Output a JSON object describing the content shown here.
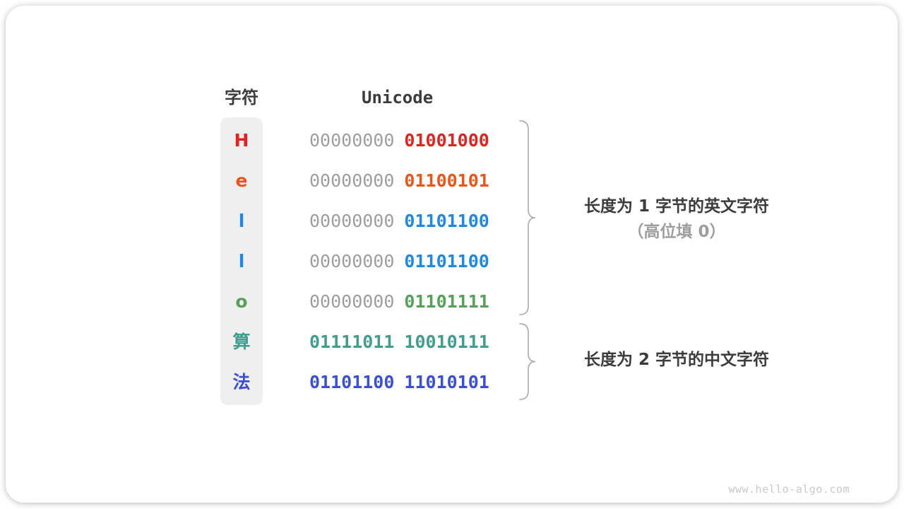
{
  "header": {
    "char_col": "字符",
    "unicode_col": "Unicode"
  },
  "table": {
    "rows": [
      {
        "char": "H",
        "color": "#e2231d",
        "byte1": "00000000",
        "byte1_color": "#9e9e9e",
        "byte2": "01001000",
        "byte2_color": "#e2231d"
      },
      {
        "char": "e",
        "color": "#ee5418",
        "byte1": "00000000",
        "byte1_color": "#9e9e9e",
        "byte2": "01100101",
        "byte2_color": "#ee5418"
      },
      {
        "char": "l",
        "color": "#1e88e5",
        "byte1": "00000000",
        "byte1_color": "#9e9e9e",
        "byte2": "01101100",
        "byte2_color": "#1e88e5"
      },
      {
        "char": "l",
        "color": "#1e88e5",
        "byte1": "00000000",
        "byte1_color": "#9e9e9e",
        "byte2": "01101100",
        "byte2_color": "#1e88e5"
      },
      {
        "char": "o",
        "color": "#53a258",
        "byte1": "00000000",
        "byte1_color": "#9e9e9e",
        "byte2": "01101111",
        "byte2_color": "#53a258"
      },
      {
        "char": "算",
        "color": "#3f9e8e",
        "byte1": "01111011",
        "byte1_color": "#3f9e8e",
        "byte2": "10010111",
        "byte2_color": "#3f9e8e"
      },
      {
        "char": "法",
        "color": "#3a4eda",
        "byte1": "01101100",
        "byte1_color": "#3a4eda",
        "byte2": "11010101",
        "byte2_color": "#3a4eda"
      }
    ]
  },
  "annotations": {
    "group1_line1": "长度为 1 字节的英文字符",
    "group1_line2": "（高位填 0）",
    "group2_line1": "长度为 2 字节的中文字符"
  },
  "colors": {
    "dim_zero": "#9e9e9e",
    "text_dark": "#3c3c3c",
    "column_bg": "#efefef",
    "brace": "#b0b0b0"
  },
  "footer": {
    "watermark": "www.hello-algo.com"
  }
}
